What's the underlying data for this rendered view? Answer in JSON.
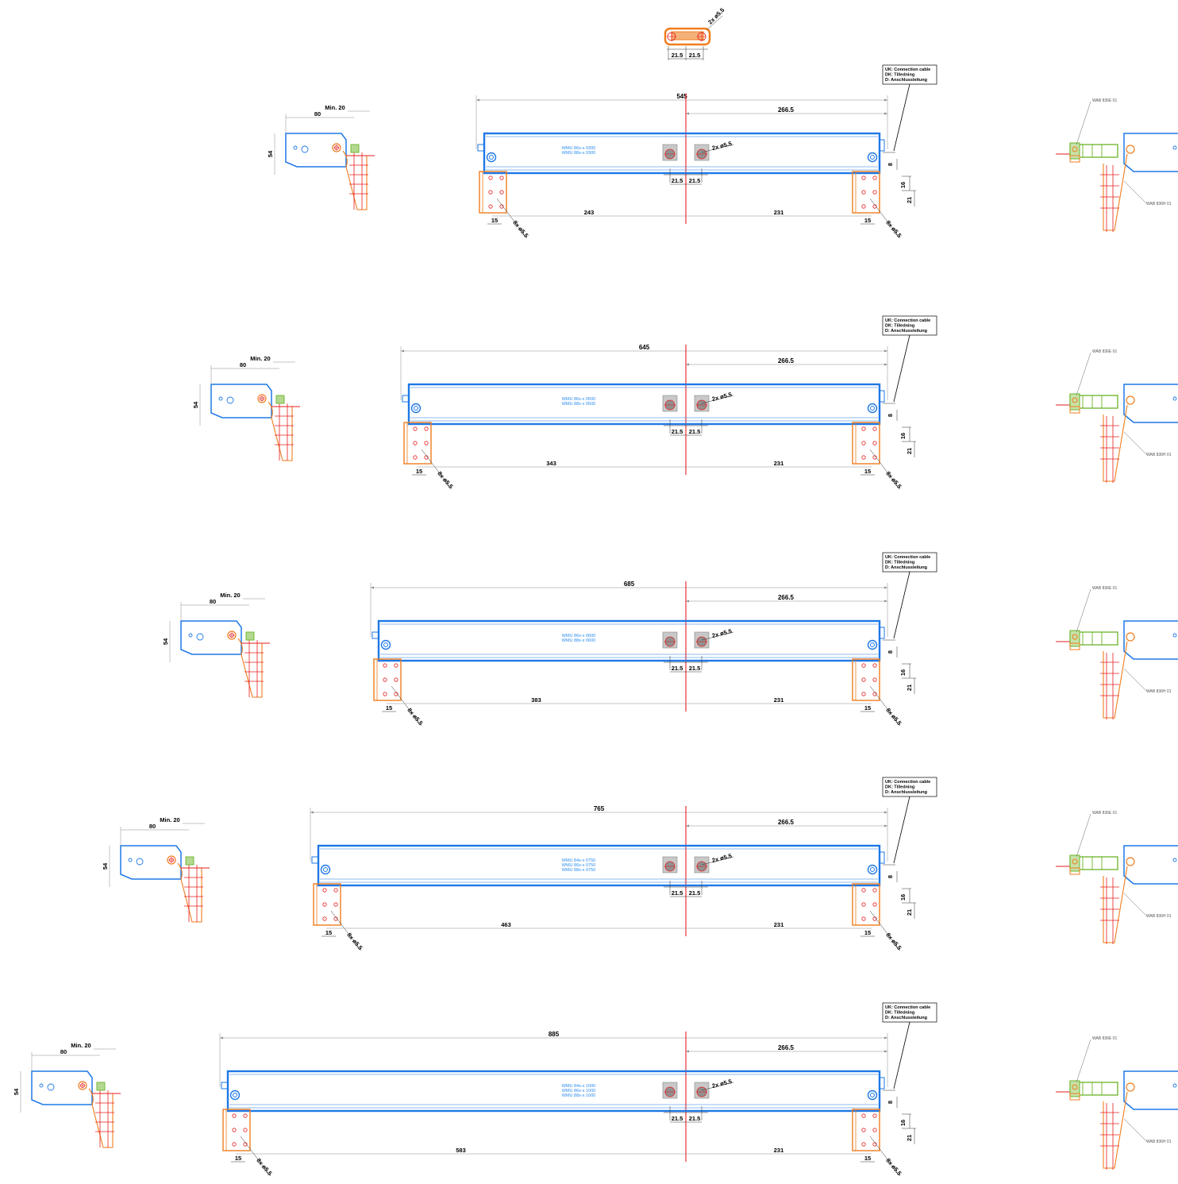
{
  "top_detail": {
    "dims": [
      "21.5",
      "21.5"
    ],
    "hole_note": "2x ø5.5"
  },
  "cable_note": {
    "lines": [
      "UK: Connection cable",
      "DK: Tilledning",
      "D:  Anschlussleitung"
    ]
  },
  "side_view": {
    "min_label": "Min. 20",
    "width_label": "80",
    "height_label": "54"
  },
  "end_view": {
    "label_top": "WAB 836E 01",
    "label_bottom": "WAB 836H 01"
  },
  "assemblies": [
    {
      "overall": "545",
      "right_half": "266.5",
      "models": [
        "WMU 86x-x 0300",
        "WMU 88x-x 0300"
      ],
      "left_span": "243",
      "right_span": "231",
      "dims_right": [
        "8",
        "16",
        "21"
      ],
      "pitch": "15",
      "hole_note": "8x ø5.5",
      "center_dims": [
        "21.5",
        "21.5"
      ],
      "center_note": "2x ø5.5"
    },
    {
      "overall": "645",
      "right_half": "266.5",
      "models": [
        "WMU 86x-x 0500",
        "WMU 88x-x 0500"
      ],
      "left_span": "343",
      "right_span": "231",
      "dims_right": [
        "8",
        "16",
        "21"
      ],
      "pitch": "15",
      "hole_note": "8x ø5.5",
      "center_dims": [
        "21.5",
        "21.5"
      ],
      "center_note": "2x ø5.5"
    },
    {
      "overall": "685",
      "right_half": "266.5",
      "models": [
        "WMU 86x-x 0600",
        "WMU 88x-x 0600"
      ],
      "left_span": "383",
      "right_span": "231",
      "dims_right": [
        "8",
        "16",
        "21"
      ],
      "pitch": "15",
      "hole_note": "8x ø5.5",
      "center_dims": [
        "21.5",
        "21.5"
      ],
      "center_note": "2x ø5.5"
    },
    {
      "overall": "765",
      "right_half": "266.5",
      "models": [
        "WMU 84x-x 0750",
        "WMU 86x-x 0750",
        "WMU 88x-x 0750"
      ],
      "left_span": "463",
      "right_span": "231",
      "dims_right": [
        "8",
        "16",
        "21"
      ],
      "pitch": "15",
      "hole_note": "8x ø5.5",
      "center_dims": [
        "21.5",
        "21.5"
      ],
      "center_note": "2x ø5.5"
    },
    {
      "overall": "885",
      "right_half": "266.5",
      "models": [
        "WMU 84x-x 1000",
        "WMU 86x-x 1000",
        "WMU 88x-x 1000"
      ],
      "left_span": "583",
      "right_span": "231",
      "dims_right": [
        "8",
        "16",
        "21"
      ],
      "pitch": "15",
      "hole_note": "8x ø5.5",
      "center_dims": [
        "21.5",
        "21.5"
      ],
      "center_note": "2x ø5.5"
    }
  ],
  "colors": {
    "body": "#1e78e6",
    "bracket": "#f07d1e",
    "centerline": "#e61e1e",
    "accent": "#6ab42a",
    "dimension": "#8c8c8c"
  }
}
